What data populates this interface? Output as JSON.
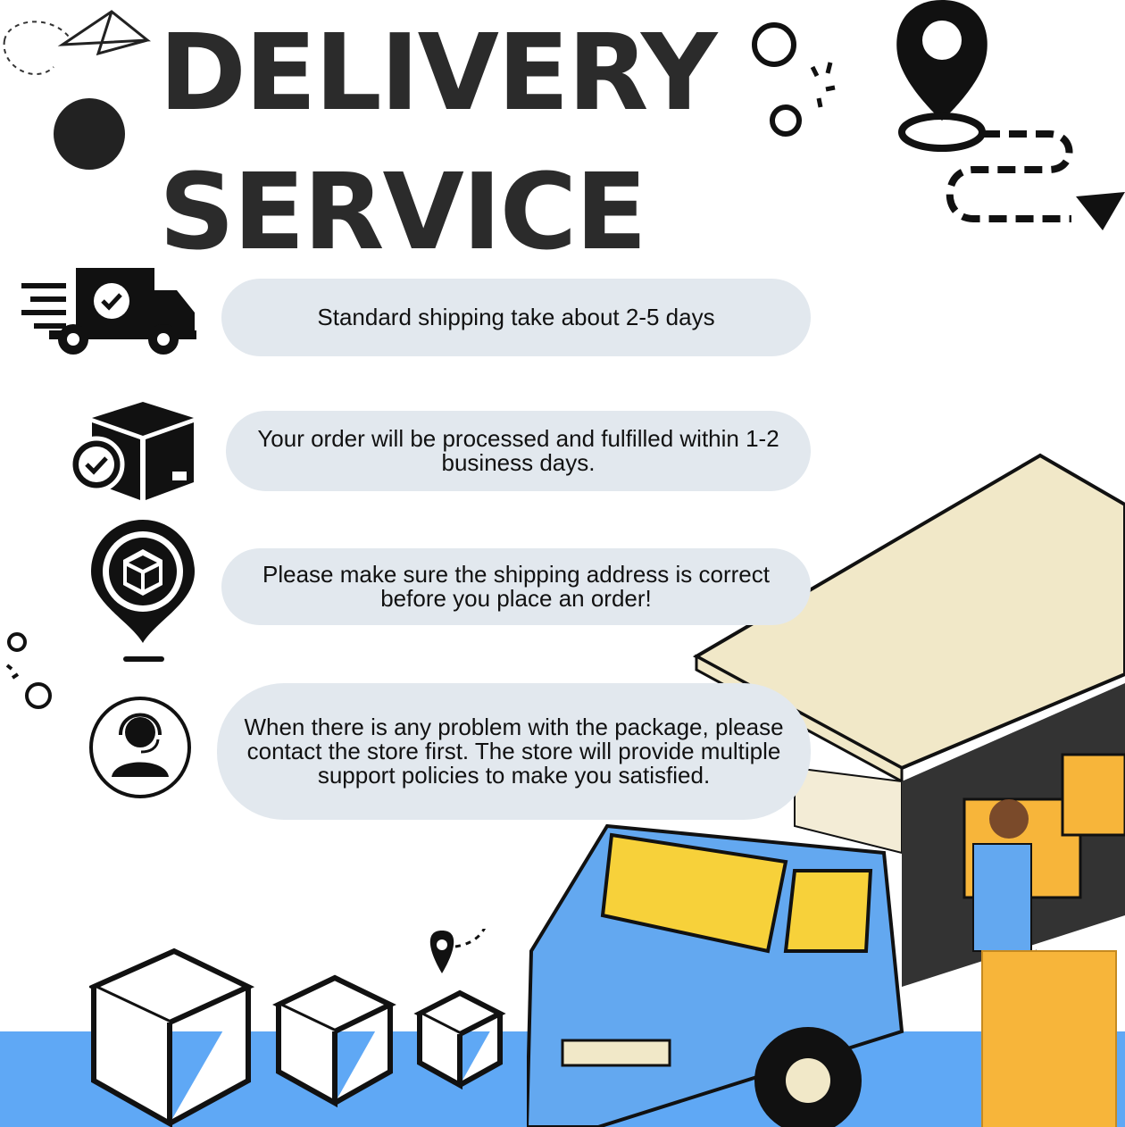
{
  "header": {
    "line1": "DELIVERY",
    "line2": "SERVICE"
  },
  "info_items": [
    {
      "icon": "delivery-truck-icon",
      "text": "Standard shipping take about 2-5 days"
    },
    {
      "icon": "box-check-icon",
      "text": "Your order will be processed and fulfilled within 1-2 business days."
    },
    {
      "icon": "location-box-icon",
      "text": "Please make sure the shipping address is correct before you place an order!"
    },
    {
      "icon": "customer-support-icon",
      "text": "When there is any problem with the package, please contact the store first. The store will provide multiple support policies to make you satisfied."
    }
  ],
  "colors": {
    "pill": "#e2e8ee",
    "floor_blue": "#5fa8f5",
    "truck_blue": "#63a8f0",
    "box_orange": "#f7b53a",
    "cargo_cream": "#f1e8c8",
    "ink": "#111111"
  }
}
